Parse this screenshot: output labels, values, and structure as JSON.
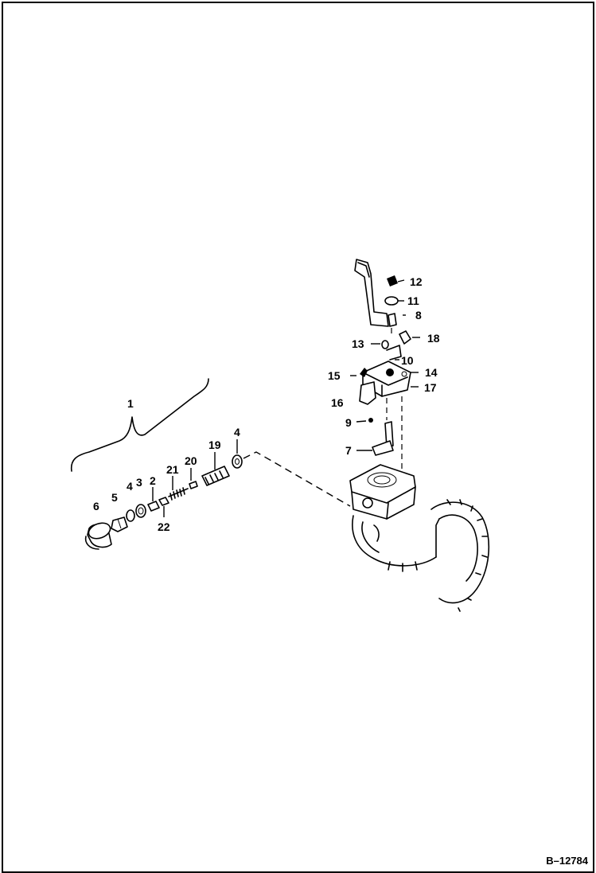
{
  "figure_id": "B–12784",
  "callouts": {
    "c1": "1",
    "c2": "2",
    "c3": "3",
    "c4a": "4",
    "c4b": "4",
    "c5": "5",
    "c6": "6",
    "c7": "7",
    "c8": "8",
    "c9": "9",
    "c10": "10",
    "c11": "11",
    "c12": "12",
    "c13": "13",
    "c14": "14",
    "c15": "15",
    "c16": "16",
    "c17": "17",
    "c18": "18",
    "c19": "19",
    "c20": "20",
    "c21": "21",
    "c22": "22"
  }
}
